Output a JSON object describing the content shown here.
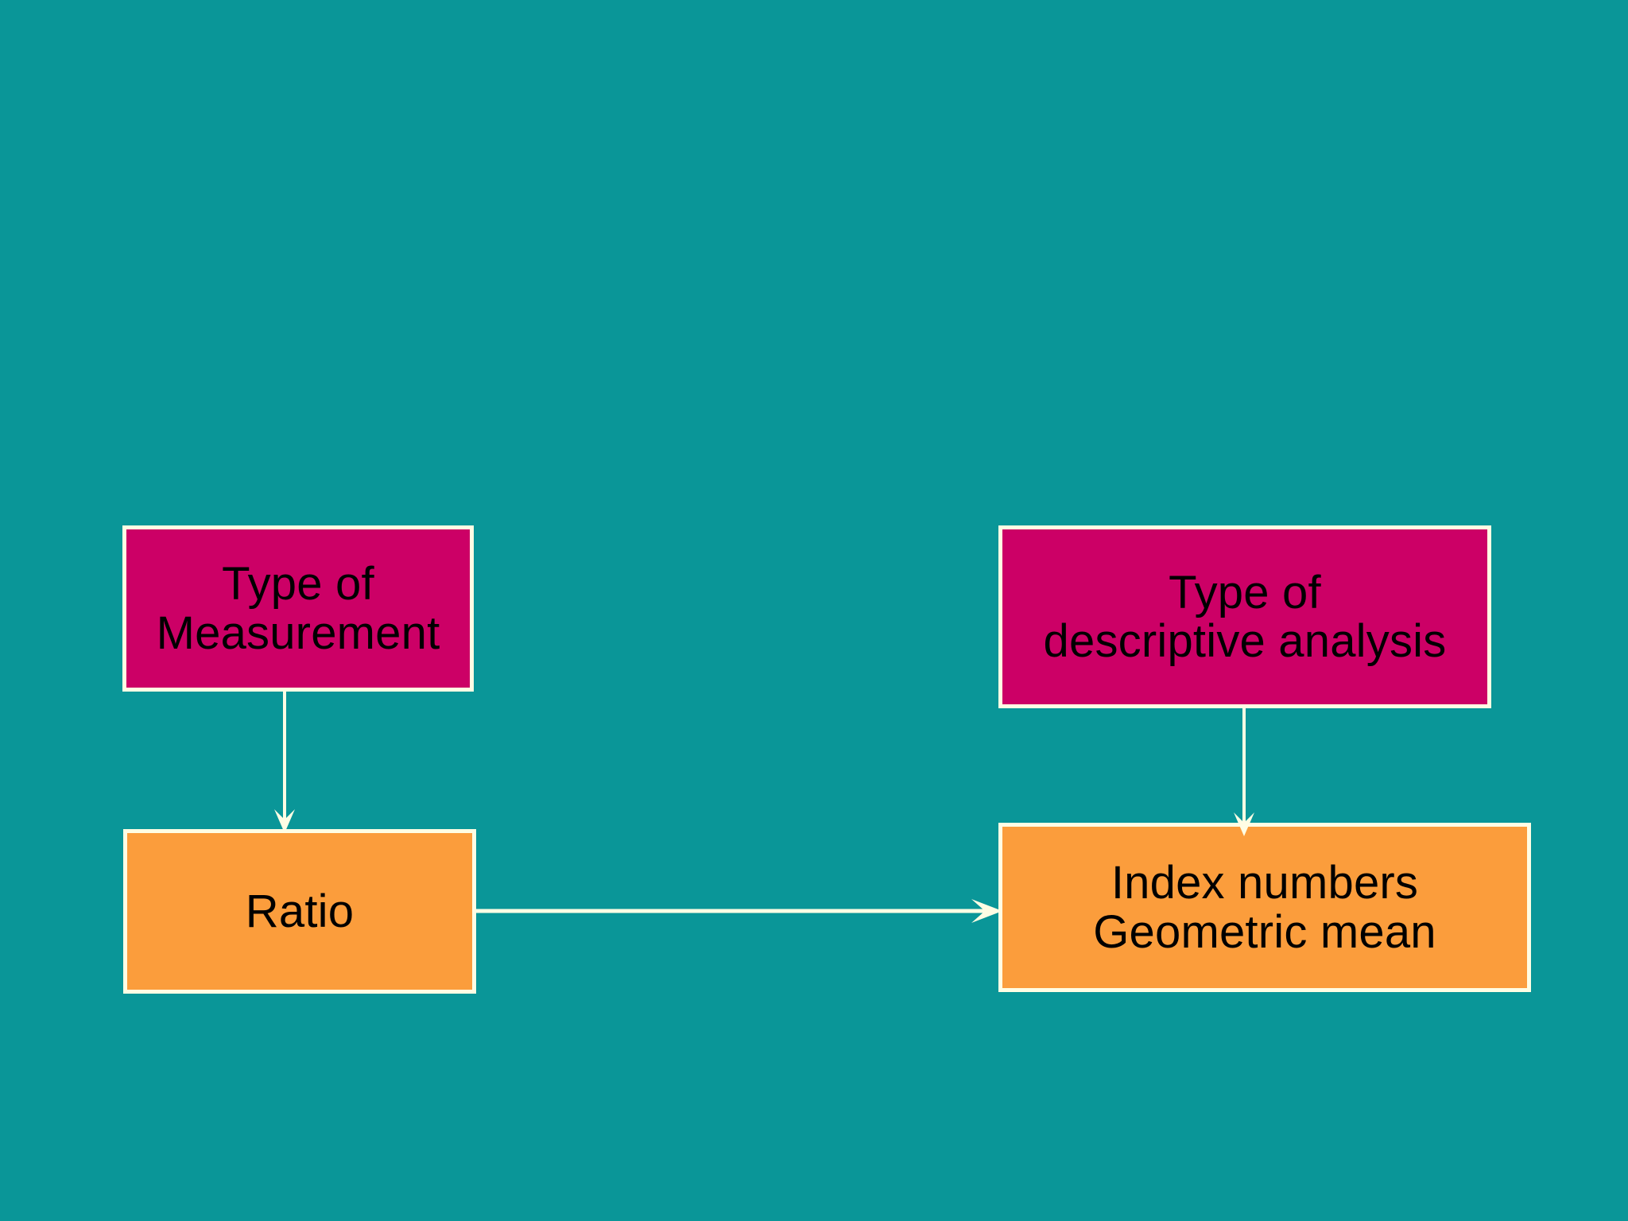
{
  "slide": {
    "background_color": "#0a9698",
    "border_color": "#fffde4",
    "arrow_color": "#fffde4",
    "text_color": "#000000"
  },
  "diagram": {
    "columns": [
      {
        "heading": "Type of\nMeasurement",
        "value": "Ratio"
      },
      {
        "heading": "Type of\ndescriptive analysis",
        "value": "Index numbers\nGeometric mean"
      }
    ],
    "nodes": {
      "measurement_heading": {
        "line1": "Type of",
        "line2": "Measurement",
        "fill_color": "#cc0066"
      },
      "analysis_heading": {
        "line1": "Type of",
        "line2": "descriptive analysis",
        "fill_color": "#cc0066"
      },
      "measurement_value": {
        "line1": "Ratio",
        "fill_color": "#fb9d3c"
      },
      "analysis_value": {
        "line1": "Index numbers",
        "line2": "Geometric mean",
        "fill_color": "#fb9d3c"
      }
    },
    "connectors": [
      {
        "name": "measurement-heading-to-ratio",
        "from": "Type of Measurement",
        "to": "Ratio",
        "direction": "down"
      },
      {
        "name": "analysis-heading-to-index-numbers",
        "from": "Type of descriptive analysis",
        "to": "Index numbers Geometric mean",
        "direction": "down"
      },
      {
        "name": "ratio-to-index-numbers",
        "from": "Ratio",
        "to": "Index numbers Geometric mean",
        "direction": "right"
      }
    ]
  }
}
